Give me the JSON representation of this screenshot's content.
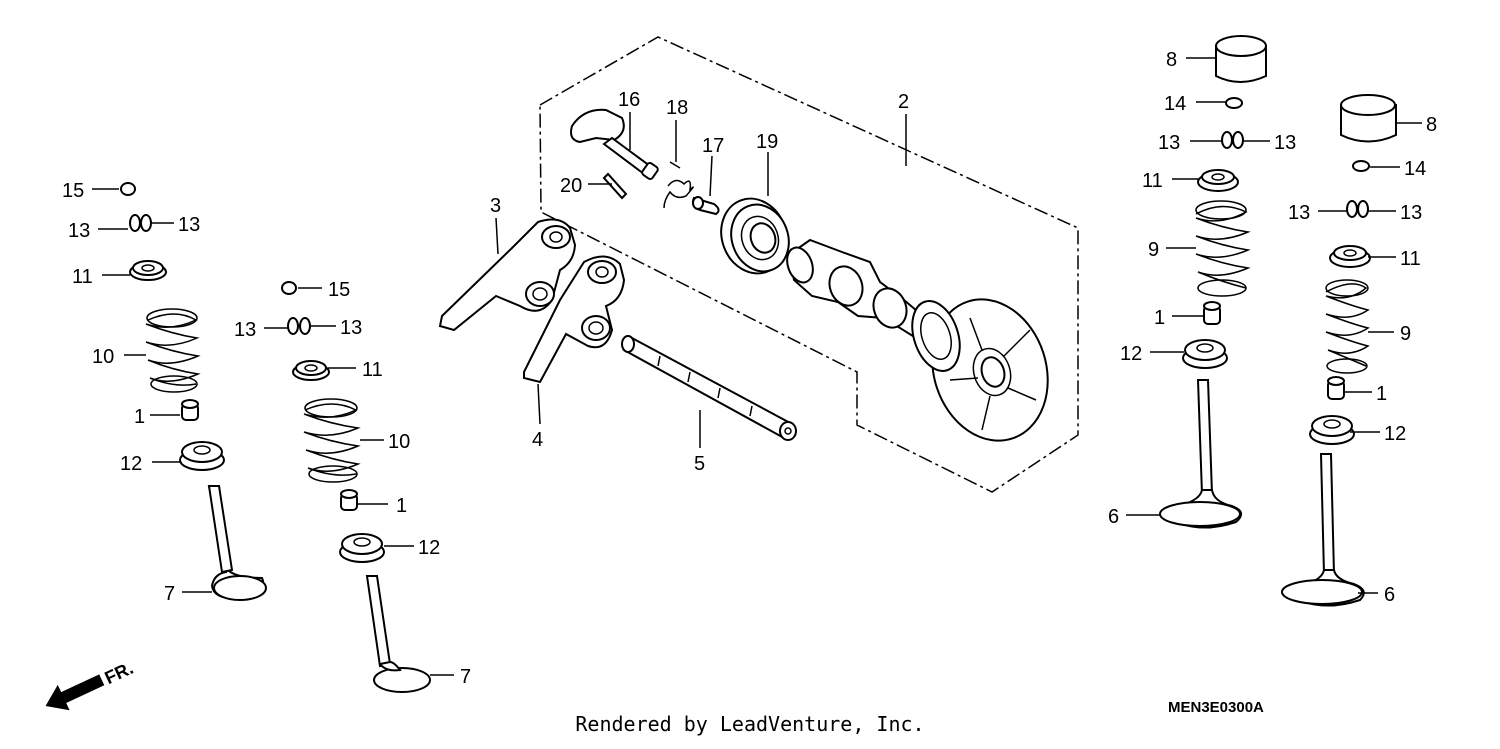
{
  "diagram": {
    "callouts": {
      "p1": "1",
      "p2": "2",
      "p3": "3",
      "p4": "4",
      "p5": "5",
      "p6": "6",
      "p7": "7",
      "p8": "8",
      "p9": "9",
      "p10": "10",
      "p11": "11",
      "p12": "12",
      "p13": "13",
      "p14": "14",
      "p15": "15",
      "p16": "16",
      "p17": "17",
      "p18": "18",
      "p19": "19",
      "p20": "20"
    },
    "direction_label": "FR.",
    "diagram_code": "MEN3E0300A",
    "credit": "Rendered by LeadVenture, Inc."
  }
}
